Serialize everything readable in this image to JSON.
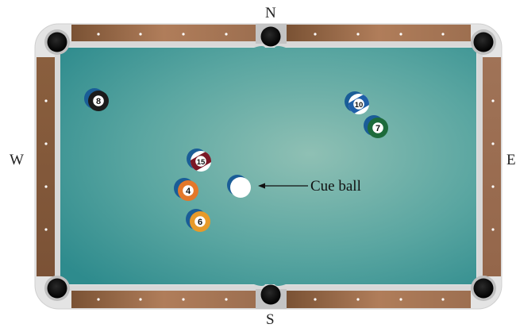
{
  "directions": {
    "north": "N",
    "south": "S",
    "west": "W",
    "east": "E"
  },
  "balls": [
    {
      "number": "8",
      "color": "#1b1b1b",
      "type": "solid",
      "label_color": "#111"
    },
    {
      "number": "10",
      "color": "#1f5fa8",
      "type": "stripe",
      "label_color": "#111"
    },
    {
      "number": "7",
      "color": "#1d6b3b",
      "type": "solid",
      "label_color": "#111"
    },
    {
      "number": "15",
      "color": "#7a1826",
      "type": "stripe",
      "label_color": "#111"
    },
    {
      "number": "4",
      "color": "#e3782a",
      "type": "solid",
      "label_color": "#111"
    },
    {
      "number": "6",
      "color": "#e79a2a",
      "type": "solid",
      "label_color": "#111"
    }
  ],
  "cue_ball": {
    "label": "Cue ball",
    "color": "#ffffff"
  },
  "colors": {
    "felt": "#3f9a98",
    "felt_light": "#8bbdb1",
    "rail_wood": "#a87655",
    "rail_wood_dark": "#7b5335",
    "pocket": "#0d0d0d",
    "shadow": "#1a5d97"
  }
}
